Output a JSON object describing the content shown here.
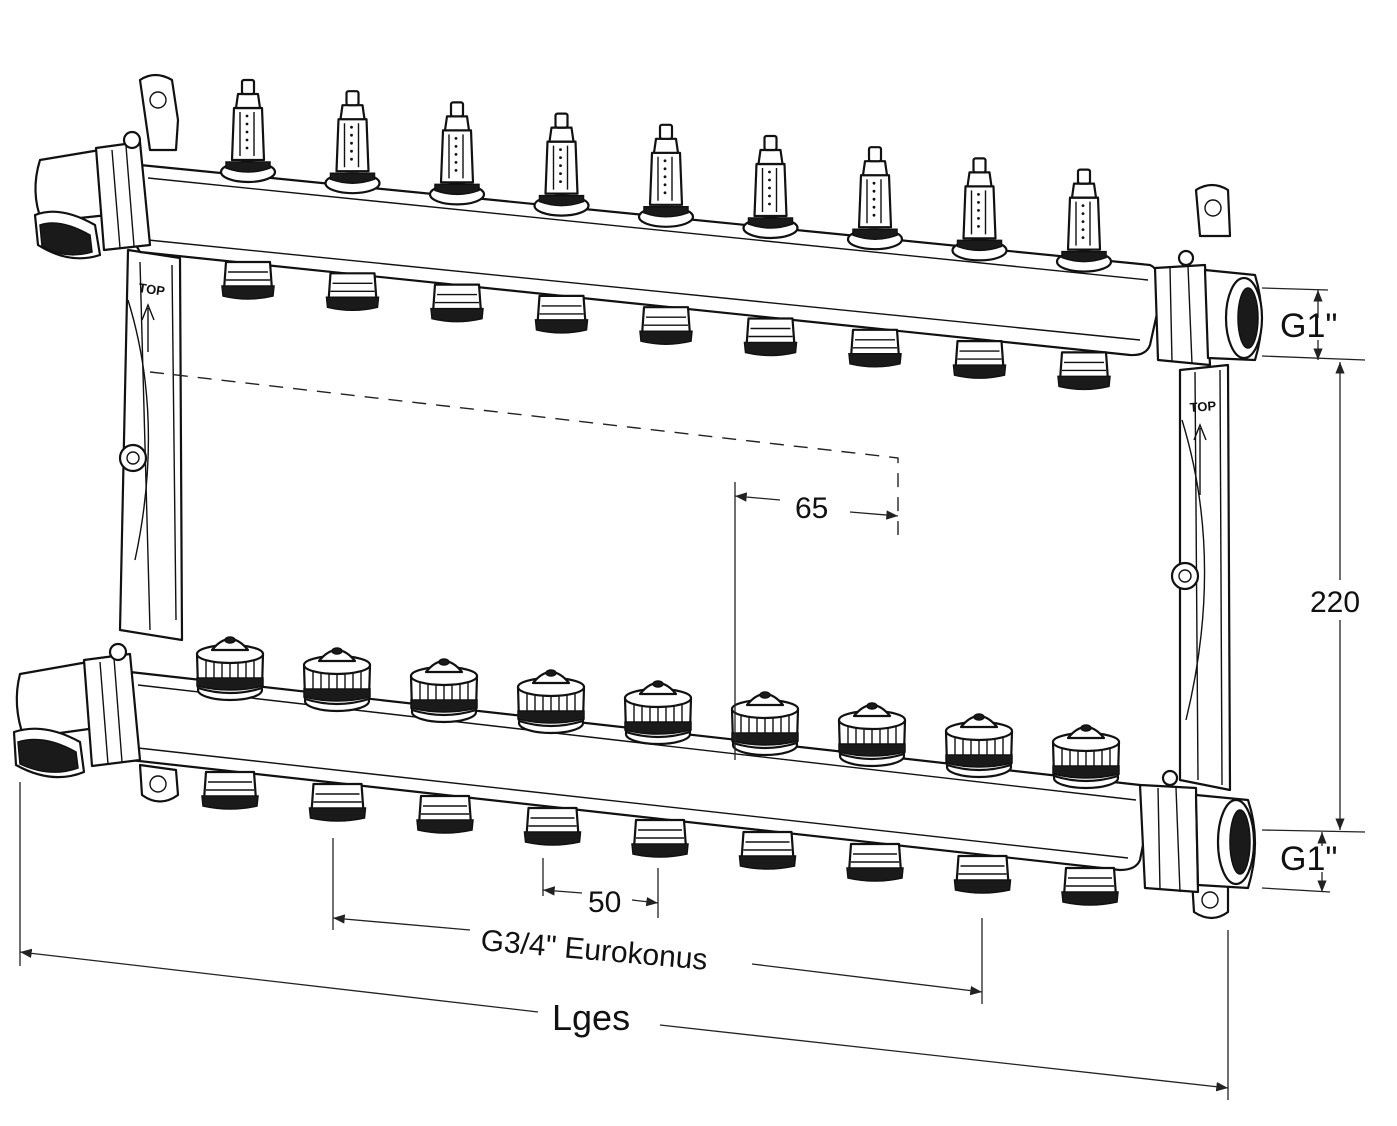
{
  "labels": {
    "top_connection": "G1\"",
    "bottom_connection": "G1\"",
    "height_dimension": "220",
    "supply_spacing": "65",
    "outlet_spacing": "50",
    "outlet_thread": "G3/4\" Eurokonus",
    "total_length": "Lges",
    "top_marker_left": "TOP",
    "top_marker_right": "TOP"
  },
  "counts": {
    "flowmeters": 9,
    "valves": 9
  }
}
